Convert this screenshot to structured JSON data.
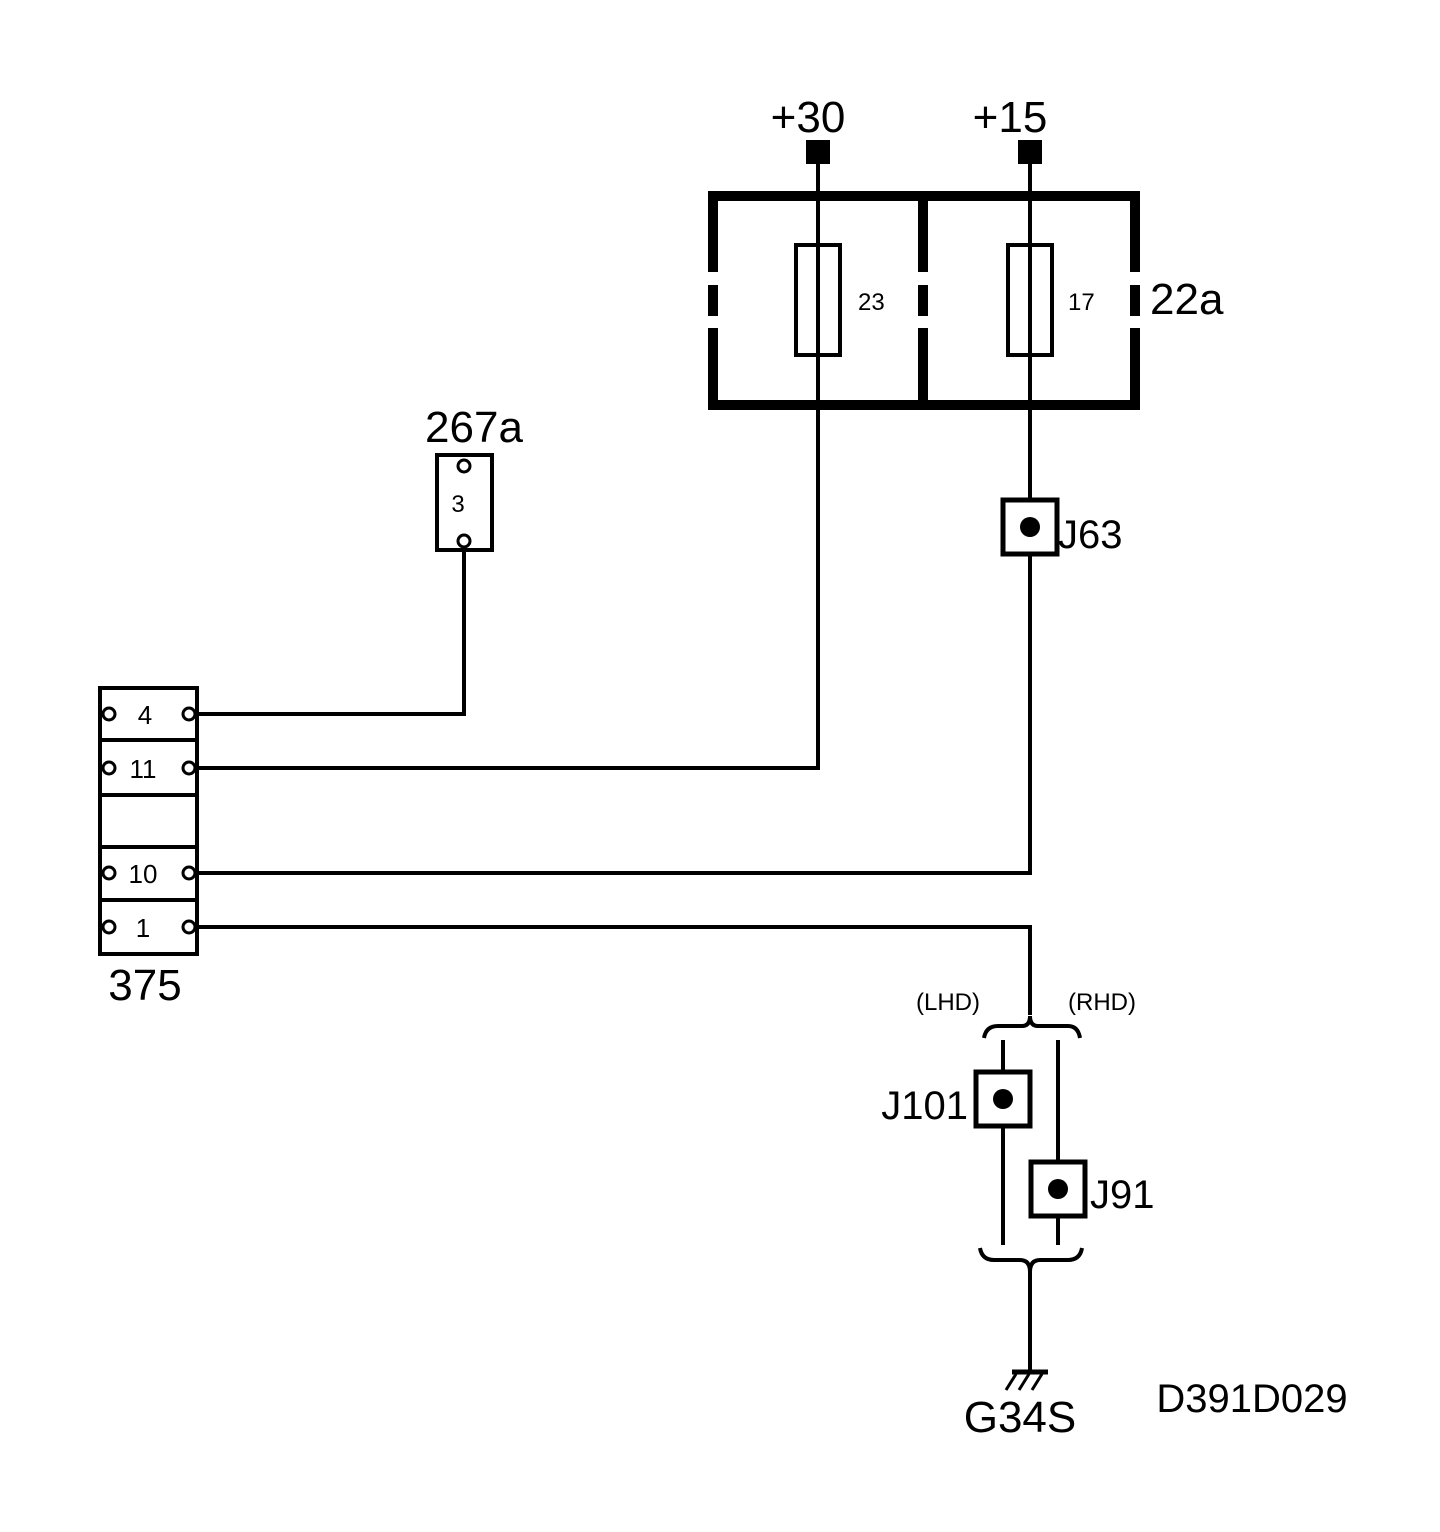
{
  "supplies": {
    "plus30": "+30",
    "plus15": "+15"
  },
  "fuse_box": {
    "id": "22a",
    "fuse_left": "23",
    "fuse_right": "17"
  },
  "connector_267a": {
    "id": "267a",
    "pin": "3"
  },
  "connector_375": {
    "id": "375",
    "pins": [
      "4",
      "11",
      "10",
      "1"
    ]
  },
  "joints": {
    "j63": "J63",
    "j101": "J101",
    "j91": "J91"
  },
  "variants": {
    "lhd": "(LHD)",
    "rhd": "(RHD)"
  },
  "ground": "G34S",
  "drawing_code": "D391D029",
  "colors": {
    "line": "#000000",
    "background": "#ffffff"
  }
}
